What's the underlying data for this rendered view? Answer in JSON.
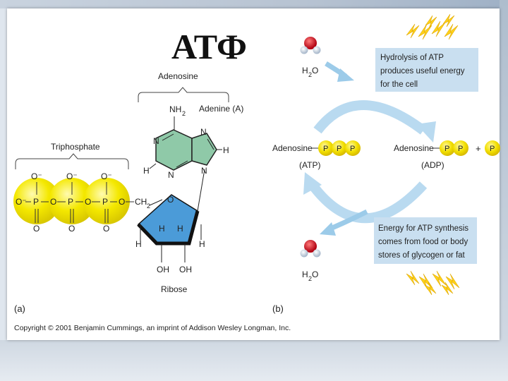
{
  "slide_title": "АТФ",
  "panel_a": {
    "label": "(a)",
    "adenosine": "Adenosine",
    "adenine": "Adenine (A)",
    "nh2": "NH",
    "nh2_sub": "2",
    "triphosphate": "Triphosphate",
    "ribose": "Ribose",
    "atoms": {
      "O": "O",
      "P": "P",
      "N": "N",
      "H": "H",
      "Ominus": "O⁻",
      "OH": "OH",
      "CH2": "CH",
      "CH2_sub": "2"
    }
  },
  "panel_b": {
    "label": "(b)",
    "adenosine_left": "Adenosine",
    "adenosine_right": "Adenosine",
    "atp_label": "(ATP)",
    "adp_label": "(ADP)",
    "p": "P",
    "plus": "+",
    "water_top": "H",
    "water_top_sub": "2",
    "water_top_o": "O",
    "water_bottom": "H",
    "water_bottom_sub": "2",
    "water_bottom_o": "O",
    "hydrolysis_lines": [
      "Hydrolysis of ATP",
      "produces useful energy",
      "for the cell"
    ],
    "synthesis_lines": [
      "Energy for ATP synthesis",
      "comes from food or body",
      "stores of glycogen or fat"
    ]
  },
  "copyright": "Copyright © 2001 Benjamin Cummings, an imprint of Addison Wesley Longman, Inc.",
  "colors": {
    "phosphate": "#f2e600",
    "adenine": "#8fc9a8",
    "ribose": "#4b9bd8",
    "arrow": "#b9daf0",
    "note_box": "#c9dff0",
    "lightning": "#ffd21a"
  }
}
